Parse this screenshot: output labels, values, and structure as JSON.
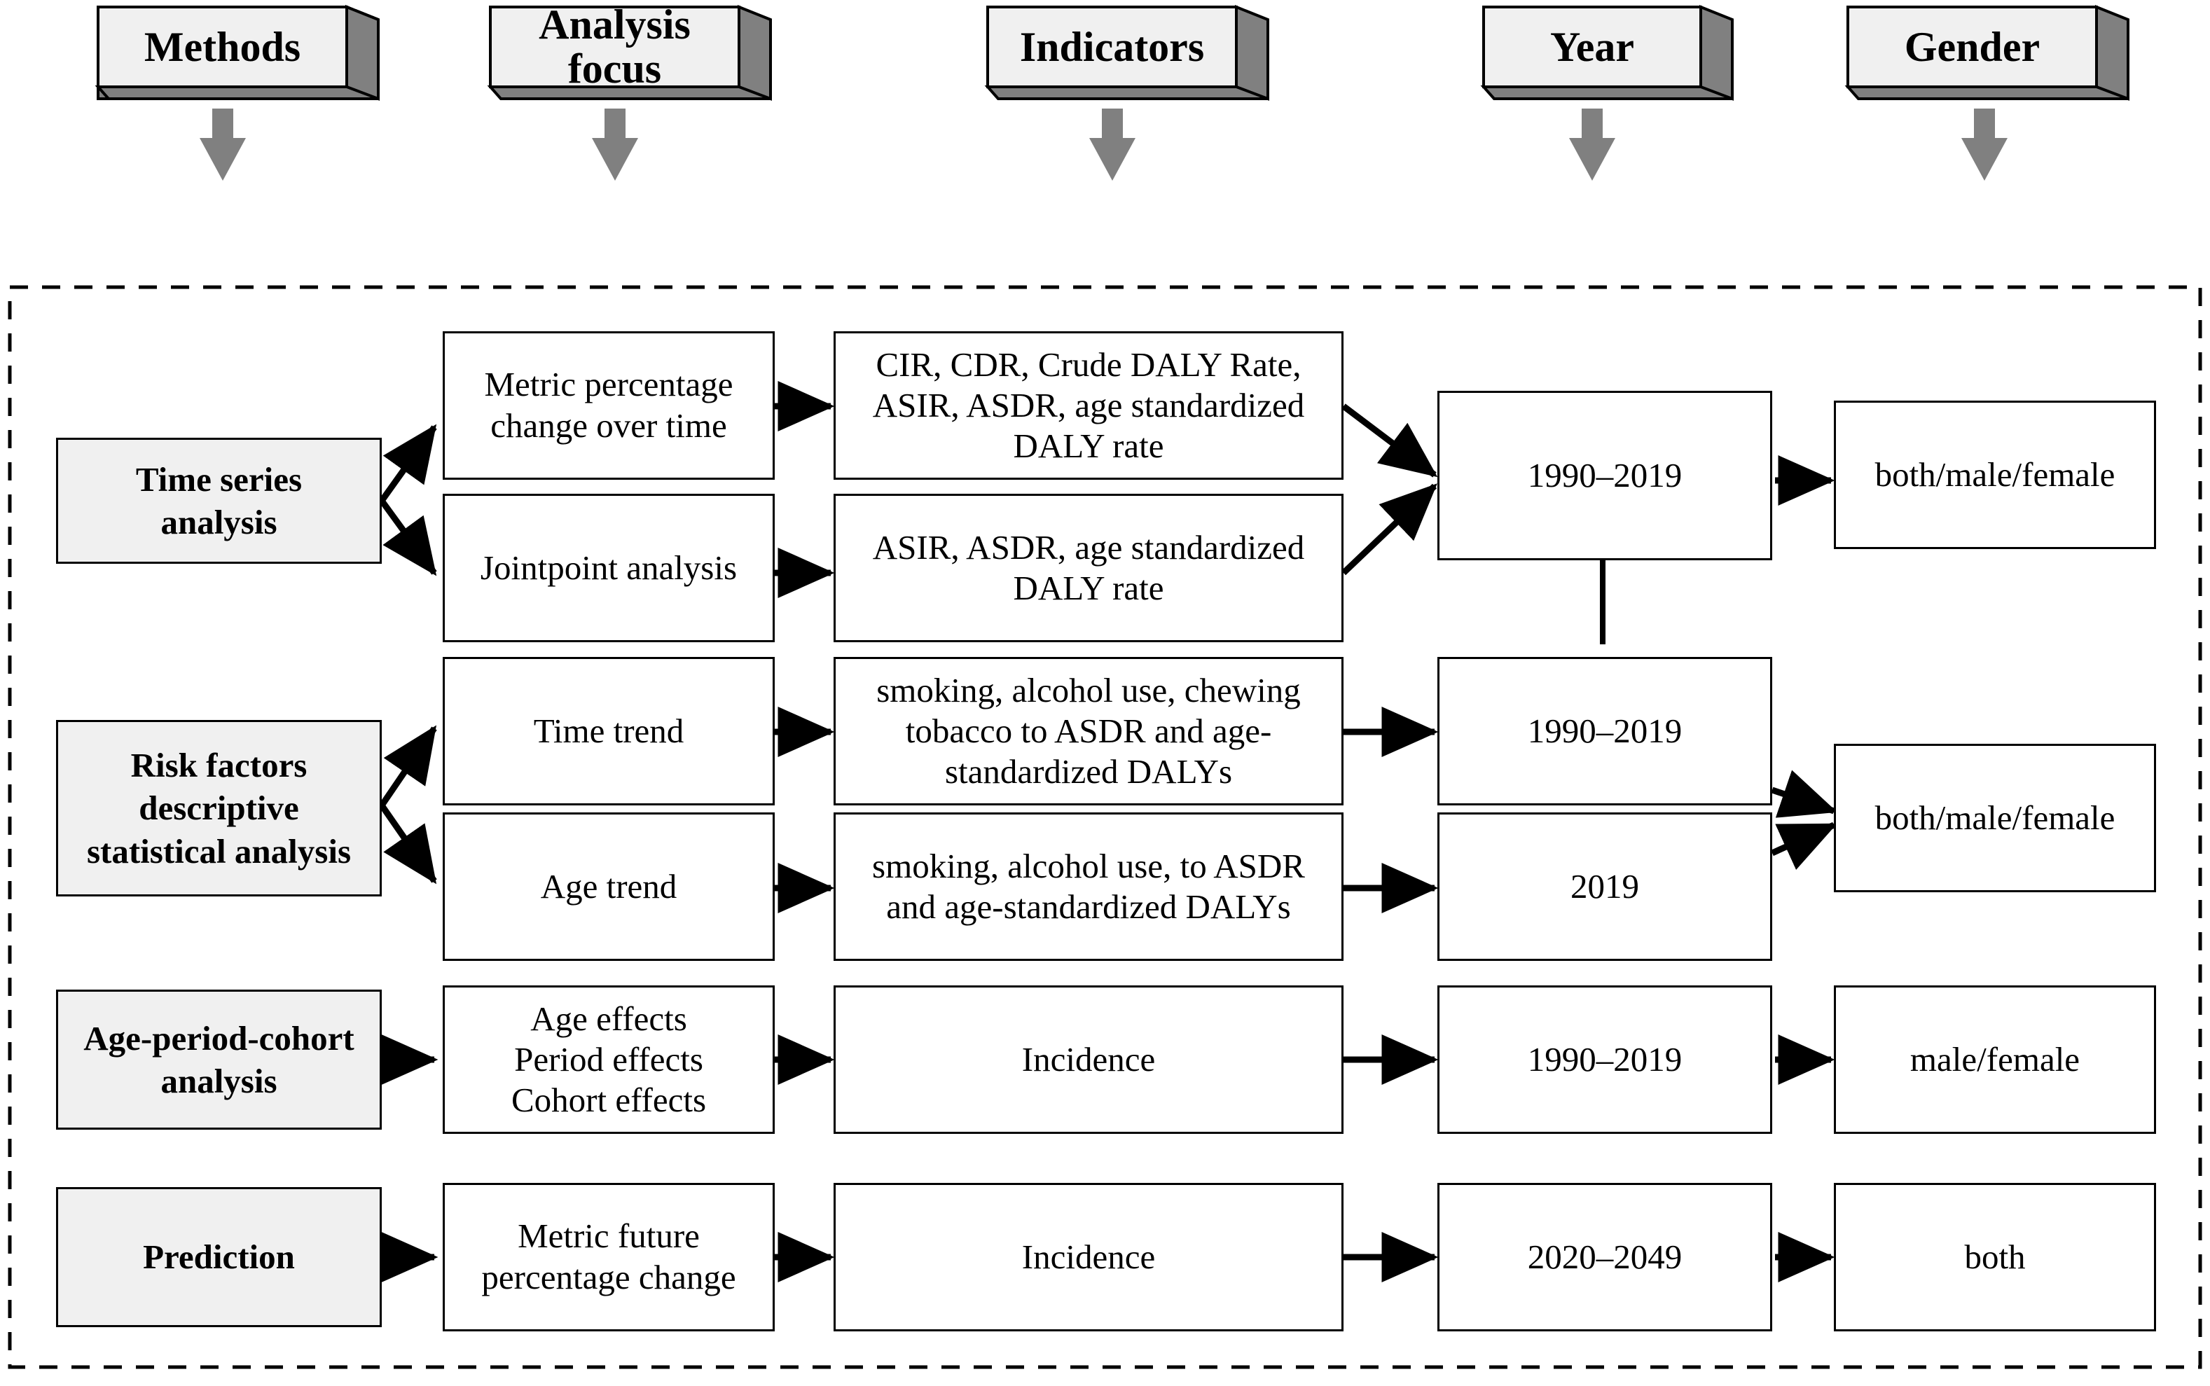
{
  "diagram": {
    "title": "Study design flowchart",
    "colors": {
      "header_face": "#f0f0f0",
      "header_shade": "#808080",
      "arrow_gray": "#808080",
      "method_fill": "#f0f0f0",
      "node_fill": "#ffffff",
      "stroke": "#000000"
    },
    "headers": [
      {
        "id": "methods",
        "label": "Methods"
      },
      {
        "id": "analysis-focus",
        "label": "Analysis\nfocus"
      },
      {
        "id": "indicators",
        "label": "Indicators"
      },
      {
        "id": "year",
        "label": "Year"
      },
      {
        "id": "gender",
        "label": "Gender"
      }
    ],
    "rows": [
      {
        "id": "time-series-analysis",
        "method": "Time series\nanalysis",
        "branches": [
          {
            "focus": "Metric percentage\nchange over time",
            "indicator": "CIR, CDR, Crude DALY Rate,\nASIR, ASDR, age standardized\nDALY rate"
          },
          {
            "focus": "Jointpoint analysis",
            "indicator": "ASIR, ASDR, age standardized\nDALY rate"
          }
        ],
        "year": "1990–2019",
        "gender": "both/male/female"
      },
      {
        "id": "risk-factors-descriptive-statistical-analysis",
        "method": "Risk factors\ndescriptive\nstatistical analysis",
        "branches": [
          {
            "focus": "Time trend",
            "indicator": "smoking, alcohol use, chewing\ntobacco to ASDR and age-\nstandardized DALYs",
            "year": "1990–2019"
          },
          {
            "focus": "Age trend",
            "indicator": "smoking, alcohol use, to ASDR\nand age-standardized DALYs",
            "year": "2019"
          }
        ],
        "gender": "both/male/female"
      },
      {
        "id": "age-period-cohort-analysis",
        "method": "Age-period-cohort\nanalysis",
        "focus": "Age effects\nPeriod effects\nCohort effects",
        "indicator": "Incidence",
        "year": "1990–2019",
        "gender": "male/female"
      },
      {
        "id": "prediction",
        "method": "Prediction",
        "focus": "Metric future\npercentage change",
        "indicator": "Incidence",
        "year": "2020–2049",
        "gender": "both"
      }
    ]
  }
}
